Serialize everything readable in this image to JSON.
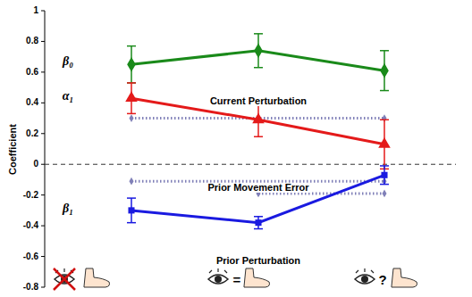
{
  "diagram": {
    "labels": [
      "1",
      "0.8",
      "0.6",
      "0.4",
      "0.2",
      "0",
      "-0.2",
      "-0.4",
      "-0.6",
      "-0.8",
      "Coefficient",
      "β₀",
      "Current Perturbation",
      "α₁",
      "Prior Movement Error",
      "β₁",
      "Prior Perturbation",
      "=",
      "?"
    ]
  }
}
